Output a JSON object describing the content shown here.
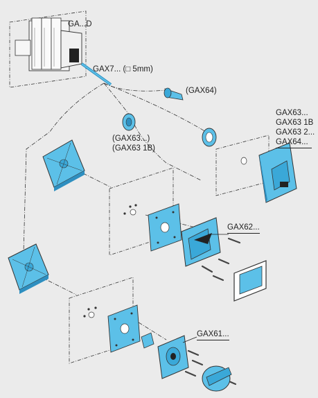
{
  "labels": {
    "ga_d": "GA...D",
    "gax7": "GAX7... (□ 5mm)",
    "gax64": "(GAX64)",
    "gax63_paren": "(GAX63...)",
    "gax63_1b_paren": "(GAX63 1B)",
    "gax63_list": [
      "GAX63...",
      "GAX63 1B",
      "GAX63 2...",
      "GAX64..."
    ],
    "gax62": "GAX62...",
    "gax61": "GAX61..."
  },
  "colors": {
    "background": "#ebebeb",
    "part_blue": "#5cc0e8",
    "part_blue_dark": "#2e8fc0",
    "line": "#333333",
    "screw": "#444444"
  }
}
